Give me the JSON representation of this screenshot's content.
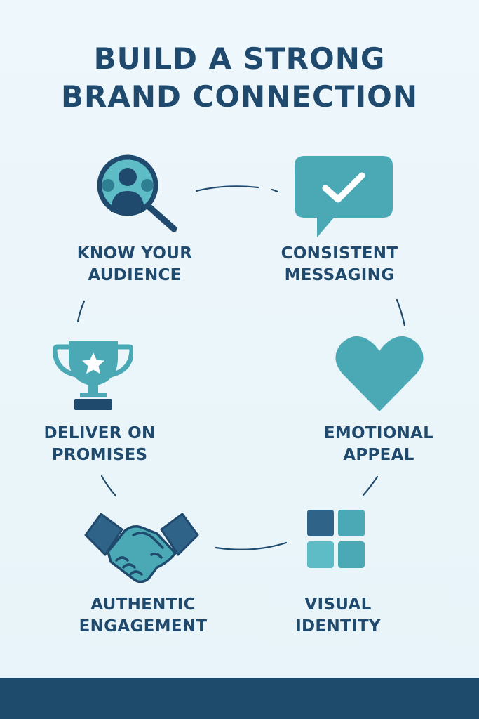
{
  "title": {
    "line1": "BUILD A STRONG",
    "line2": "BRAND CONNECTION"
  },
  "steps": [
    {
      "icon": "audience-search-icon",
      "line1": "KNOW YOUR",
      "line2": "AUDIENCE"
    },
    {
      "icon": "message-check-icon",
      "line1": "CONSISTENT",
      "line2": "MESSAGING"
    },
    {
      "icon": "heart-icon",
      "line1": "EMOTIONAL",
      "line2": "APPEAL"
    },
    {
      "icon": "grid-squares-icon",
      "line1": "VISUAL",
      "line2": "IDENTITY"
    },
    {
      "icon": "handshake-icon",
      "line1": "AUTHENTIC",
      "line2": "ENGAGEMENT"
    },
    {
      "icon": "trophy-star-icon",
      "line1": "DELIVER ON",
      "line2": "PROMISES"
    }
  ],
  "colors": {
    "navy": "#1f4a6d",
    "teal": "#4aa9b5",
    "teal_light": "#5dbcc6",
    "background": "#eaf5fa",
    "footer": "#1e4a6c"
  }
}
